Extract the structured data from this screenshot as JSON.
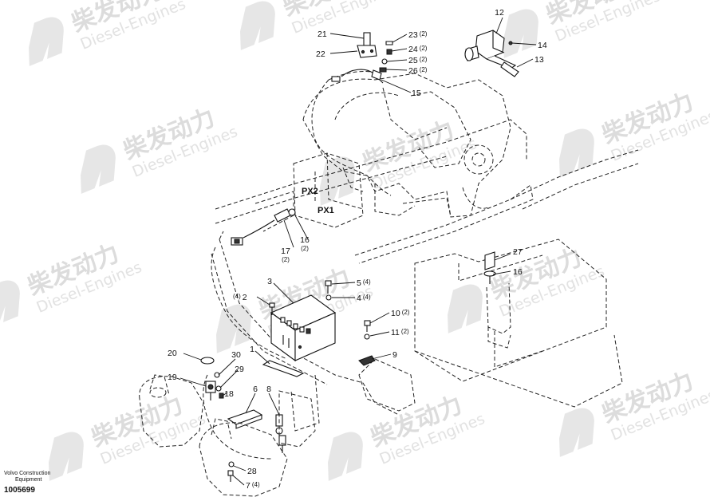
{
  "watermark": {
    "brand": "柴发动力",
    "sub": "Diesel-Engines"
  },
  "ports": {
    "px2": "PX2",
    "px1": "PX1"
  },
  "credit": {
    "line1": "Volvo Construction",
    "line2": "Equipment"
  },
  "doc_number": "1005699",
  "callouts": [
    {
      "id": "1",
      "label": "1",
      "qty": ""
    },
    {
      "id": "2",
      "label": "2",
      "qty": "(4)"
    },
    {
      "id": "3",
      "label": "3",
      "qty": ""
    },
    {
      "id": "4",
      "label": "4",
      "qty": "(4)"
    },
    {
      "id": "5",
      "label": "5",
      "qty": "(4)"
    },
    {
      "id": "6",
      "label": "6",
      "qty": ""
    },
    {
      "id": "7",
      "label": "7",
      "qty": "(4)"
    },
    {
      "id": "8",
      "label": "8",
      "qty": ""
    },
    {
      "id": "9",
      "label": "9",
      "qty": ""
    },
    {
      "id": "10",
      "label": "10",
      "qty": "(2)"
    },
    {
      "id": "11",
      "label": "11",
      "qty": "(2)"
    },
    {
      "id": "12",
      "label": "12",
      "qty": ""
    },
    {
      "id": "13",
      "label": "13",
      "qty": ""
    },
    {
      "id": "14",
      "label": "14",
      "qty": ""
    },
    {
      "id": "15",
      "label": "15",
      "qty": ""
    },
    {
      "id": "16a",
      "label": "16",
      "qty": "(2)"
    },
    {
      "id": "16b",
      "label": "16",
      "qty": ""
    },
    {
      "id": "17",
      "label": "17",
      "qty": "(2)"
    },
    {
      "id": "18",
      "label": "18",
      "qty": ""
    },
    {
      "id": "19",
      "label": "19",
      "qty": ""
    },
    {
      "id": "20",
      "label": "20",
      "qty": ""
    },
    {
      "id": "21",
      "label": "21",
      "qty": ""
    },
    {
      "id": "22",
      "label": "22",
      "qty": ""
    },
    {
      "id": "23",
      "label": "23",
      "qty": "(2)"
    },
    {
      "id": "24",
      "label": "24",
      "qty": "(2)"
    },
    {
      "id": "25",
      "label": "25",
      "qty": "(2)"
    },
    {
      "id": "26",
      "label": "26",
      "qty": "(2)"
    },
    {
      "id": "27",
      "label": "27",
      "qty": ""
    },
    {
      "id": "28",
      "label": "28",
      "qty": ""
    },
    {
      "id": "29",
      "label": "29",
      "qty": ""
    },
    {
      "id": "30",
      "label": "30",
      "qty": ""
    }
  ]
}
